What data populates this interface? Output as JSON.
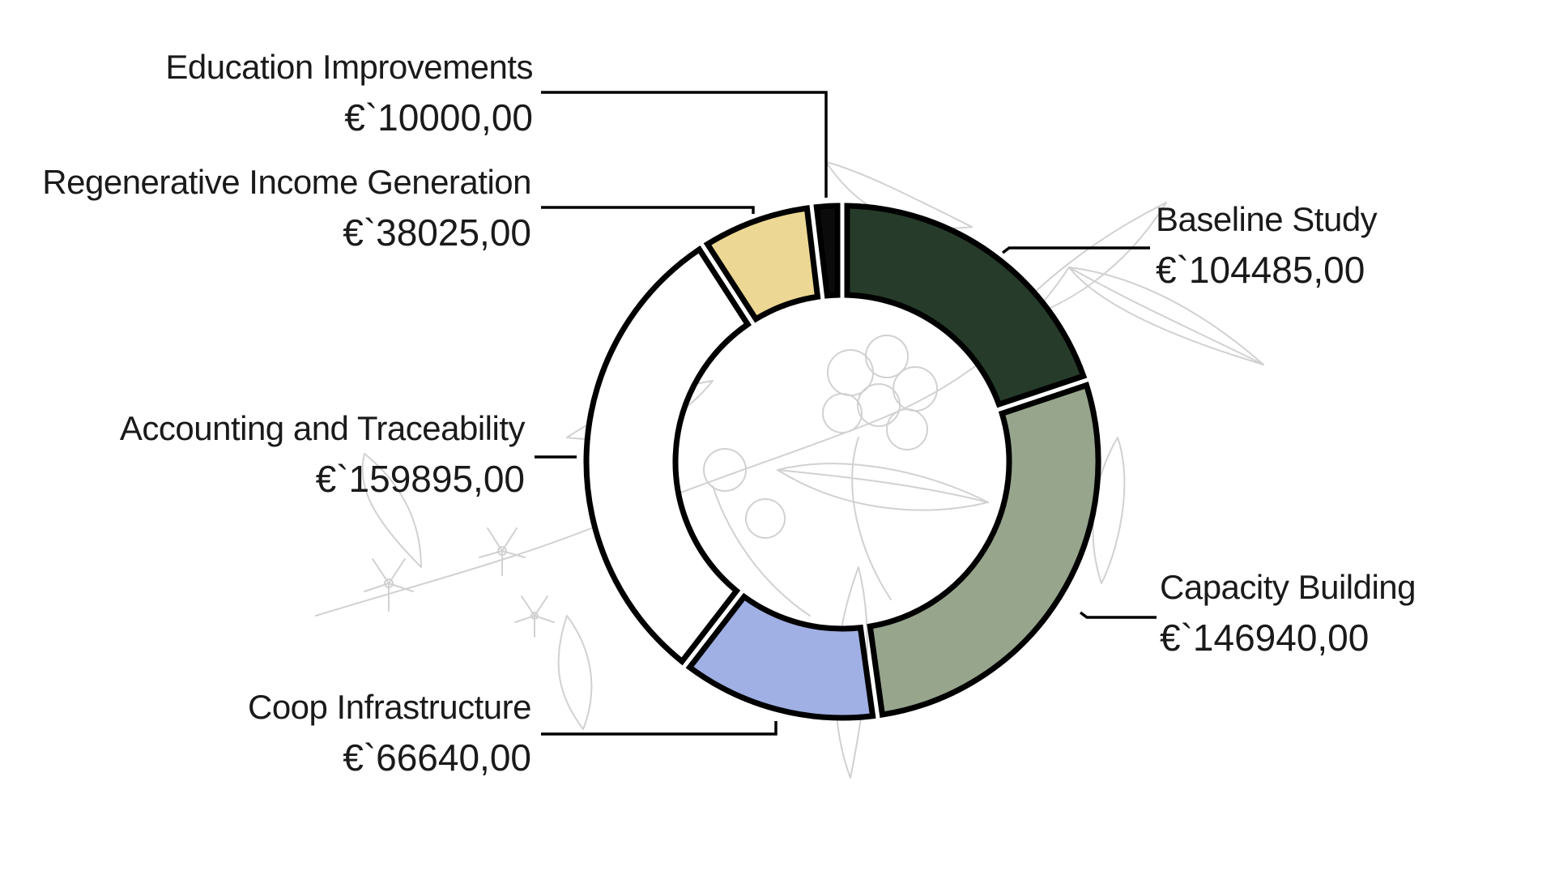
{
  "chart_data": {
    "type": "pie",
    "donut": true,
    "currency": "€`",
    "categories": [
      "Baseline Study",
      "Capacity Building",
      "Coop Infrastructure",
      "Accounting and Traceability",
      "Regenerative Income Generation",
      "Education Improvements"
    ],
    "values": [
      104485,
      146940,
      66640,
      159895,
      38025,
      10000
    ],
    "value_labels": [
      "€`104485,00",
      "€`146940,00",
      "€`66640,00",
      "€`159895,00",
      "€`38025,00",
      "€`10000,00"
    ],
    "colors": [
      "#263b2a",
      "#97a58c",
      "#a0b0e4",
      "#ffffff",
      "#ecd894",
      "#0b0b0b"
    ],
    "stroke_color": "#000000",
    "legend": "none",
    "background_illustration": "coffee-branch-line-drawing"
  }
}
